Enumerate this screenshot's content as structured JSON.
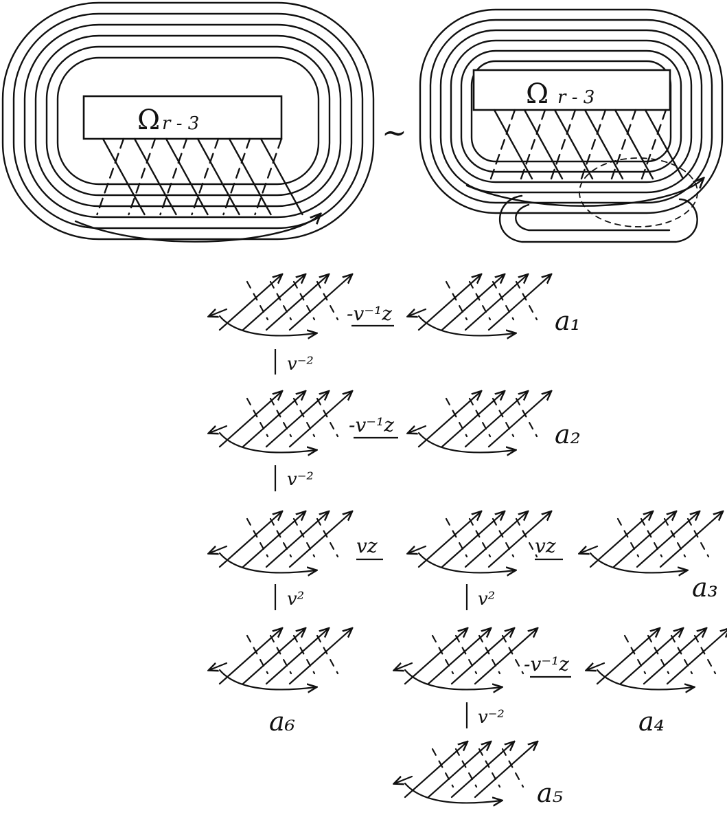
{
  "top": {
    "left_box": {
      "symbol": "Ω",
      "text": "r - 3"
    },
    "tilde": "~",
    "right_box": {
      "symbol": "Ω",
      "text": "r - 3"
    }
  },
  "coefficients": {
    "row1": "-v⁻¹z",
    "row2": "-v⁻¹z",
    "row3a": "vz",
    "row3b": "vz",
    "row4": "-v⁻¹z"
  },
  "vertical_factors": {
    "v12": "v⁻²",
    "v23": "v⁻²",
    "v34": "v²",
    "m34": "v²",
    "m45": "v⁻²"
  },
  "names": {
    "a1": "a₁",
    "a2": "a₂",
    "a3": "a₃",
    "a4": "a₄",
    "a5": "a₅",
    "a6": "a₆"
  }
}
